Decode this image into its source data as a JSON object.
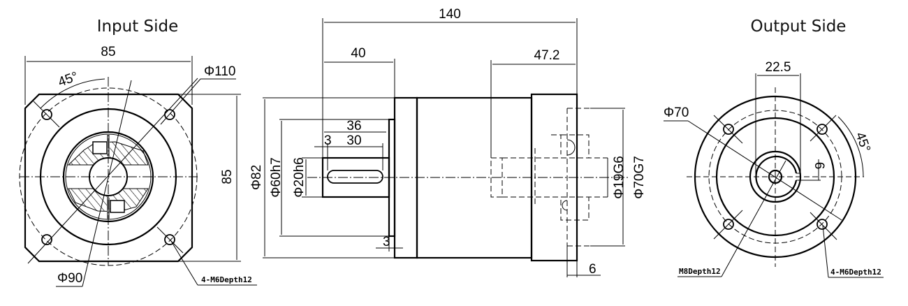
{
  "input_side": {
    "title": "Input Side",
    "width_dim": "85",
    "height_dim": "85",
    "angle": "45°",
    "pcd_dia": "Φ110",
    "pilot_dia": "Φ90",
    "hole_note": "4-M6Depth12"
  },
  "side_view": {
    "overall_length": "140",
    "input_shaft_length": "40",
    "output_depth": "47.2",
    "shaft_key_length": "36",
    "key_offset": "3",
    "key_length": "30",
    "pilot_thickness": "3",
    "flange_dia": "Φ82",
    "pilot_dia": "Φ60h7",
    "shaft_dia": "Φ20h6",
    "bore_dia": "Φ19G6",
    "output_pilot_dia": "Φ70G7",
    "output_pilot_depth": "6"
  },
  "output_side": {
    "title": "Output Side",
    "key_dim": "22.5",
    "key_width": "6",
    "pcd_dia": "Φ70",
    "angle": "45°",
    "center_hole_note": "M8Depth12",
    "hole_note": "4-M6Depth12"
  }
}
